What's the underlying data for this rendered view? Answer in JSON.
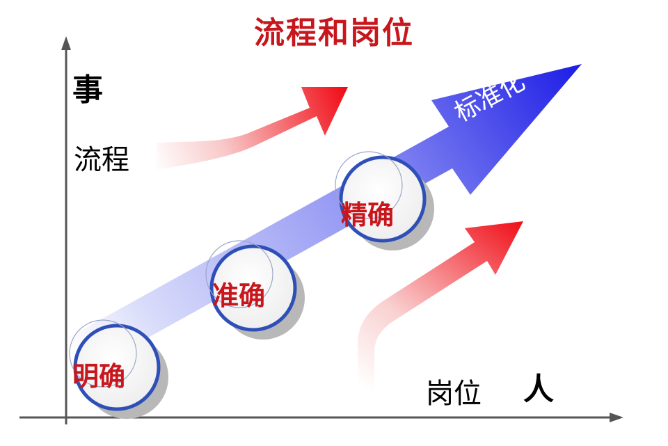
{
  "title": "流程和岗位",
  "axes": {
    "y_label": "事",
    "x_label": "人"
  },
  "labels": {
    "flow": "流程",
    "post": "岗位",
    "standardization": "标准化"
  },
  "steps": [
    {
      "label": "明确"
    },
    {
      "label": "准确"
    },
    {
      "label": "精确"
    }
  ],
  "colors": {
    "accent_red": "#c8161d",
    "arrow_red": "#f0141e",
    "arrow_blue": "#2a2af0",
    "ring_blue": "#2f4fb8",
    "axis": "#555555"
  }
}
